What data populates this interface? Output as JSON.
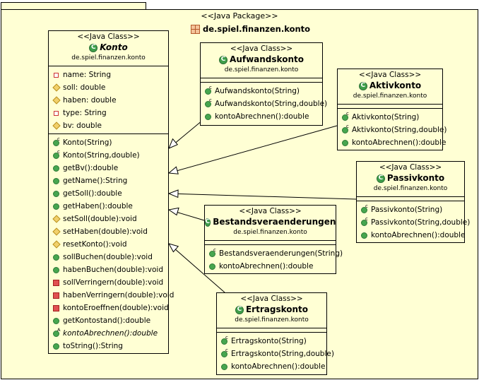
{
  "package": {
    "stereotype": "<<Java Package>>",
    "name": "de.spiel.finanzen.konto"
  },
  "classes": {
    "konto": {
      "stereotype": "<<Java Class>>",
      "name": "Konto",
      "package": "de.spiel.finanzen.konto",
      "abstract": true,
      "fields": [
        {
          "text": "name: String",
          "icon": "private-field-icon"
        },
        {
          "text": "soll: double",
          "icon": "protected-field-icon"
        },
        {
          "text": "haben: double",
          "icon": "protected-field-icon"
        },
        {
          "text": "type: String",
          "icon": "private-field-icon"
        },
        {
          "text": "bv: double",
          "icon": "protected-field-icon"
        }
      ],
      "methods": [
        {
          "text": "Konto(String)",
          "icon": "public-constructor-icon"
        },
        {
          "text": "Konto(String,double)",
          "icon": "public-constructor-icon"
        },
        {
          "text": "getBv():double",
          "icon": "public-method-icon"
        },
        {
          "text": "getName():String",
          "icon": "public-method-icon"
        },
        {
          "text": "getSoll():double",
          "icon": "public-method-icon"
        },
        {
          "text": "getHaben():double",
          "icon": "public-method-icon"
        },
        {
          "text": "setSoll(double):void",
          "icon": "protected-method-icon"
        },
        {
          "text": "setHaben(double):void",
          "icon": "protected-method-icon"
        },
        {
          "text": "resetKonto():void",
          "icon": "protected-method-icon"
        },
        {
          "text": "sollBuchen(double):void",
          "icon": "public-method-icon"
        },
        {
          "text": "habenBuchen(double):void",
          "icon": "public-method-icon"
        },
        {
          "text": "sollVerringern(double):void",
          "icon": "private-method-icon"
        },
        {
          "text": "habenVerringern(double):void",
          "icon": "private-method-icon"
        },
        {
          "text": "kontoEroeffnen(double):void",
          "icon": "private-method-icon"
        },
        {
          "text": "getKontostand():double",
          "icon": "public-method-icon"
        },
        {
          "text": "kontoAbrechnen():double",
          "icon": "abstract-method-icon"
        },
        {
          "text": "toString():String",
          "icon": "public-method-icon"
        }
      ]
    },
    "aufwandskonto": {
      "stereotype": "<<Java Class>>",
      "name": "Aufwandskonto",
      "package": "de.spiel.finanzen.konto",
      "methods": [
        {
          "text": "Aufwandskonto(String)",
          "icon": "public-constructor-icon"
        },
        {
          "text": "Aufwandskonto(String,double)",
          "icon": "public-constructor-icon"
        },
        {
          "text": "kontoAbrechnen():double",
          "icon": "public-method-icon"
        }
      ]
    },
    "aktivkonto": {
      "stereotype": "<<Java Class>>",
      "name": "Aktivkonto",
      "package": "de.spiel.finanzen.konto",
      "methods": [
        {
          "text": "Aktivkonto(String)",
          "icon": "public-constructor-icon"
        },
        {
          "text": "Aktivkonto(String,double)",
          "icon": "public-constructor-icon"
        },
        {
          "text": "kontoAbrechnen():double",
          "icon": "public-method-icon"
        }
      ]
    },
    "passivkonto": {
      "stereotype": "<<Java Class>>",
      "name": "Passivkonto",
      "package": "de.spiel.finanzen.konto",
      "methods": [
        {
          "text": "Passivkonto(String)",
          "icon": "public-constructor-icon"
        },
        {
          "text": "Passivkonto(String,double)",
          "icon": "public-constructor-icon"
        },
        {
          "text": "kontoAbrechnen():double",
          "icon": "public-method-icon"
        }
      ]
    },
    "bestandsveraenderungen": {
      "stereotype": "<<Java Class>>",
      "name": "Bestandsveraenderungen",
      "package": "de.spiel.finanzen.konto",
      "methods": [
        {
          "text": "Bestandsveraenderungen(String)",
          "icon": "public-constructor-icon"
        },
        {
          "text": "kontoAbrechnen():double",
          "icon": "public-method-icon"
        }
      ]
    },
    "ertragskonto": {
      "stereotype": "<<Java Class>>",
      "name": "Ertragskonto",
      "package": "de.spiel.finanzen.konto",
      "methods": [
        {
          "text": "Ertragskonto(String)",
          "icon": "public-constructor-icon"
        },
        {
          "text": "Ertragskonto(String,double)",
          "icon": "public-constructor-icon"
        },
        {
          "text": "kontoAbrechnen():double",
          "icon": "public-method-icon"
        }
      ]
    }
  },
  "colors": {
    "fill": "#ffffd4",
    "class_icon": "#3f9f4b",
    "line": "#000000"
  }
}
